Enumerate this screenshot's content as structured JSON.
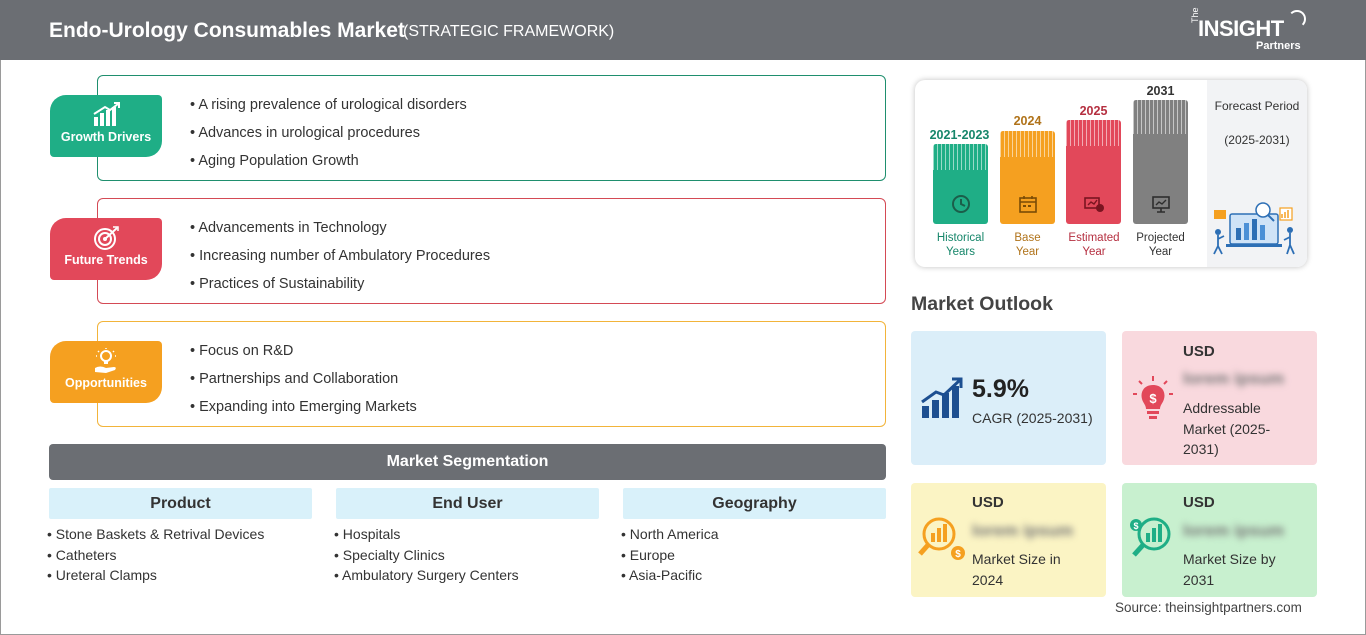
{
  "header": {
    "title": "Endo-Urology Consumables Market",
    "subtitle": "(STRATEGIC FRAMEWORK)",
    "logo": {
      "the": "The",
      "brand": "INSIGHT",
      "partners": "Partners"
    }
  },
  "framework": {
    "growth_drivers": {
      "label": "Growth Drivers",
      "color": "#1fae86",
      "items": [
        "A rising prevalence of urological disorders",
        "Advances in urological procedures",
        "Aging Population Growth"
      ]
    },
    "future_trends": {
      "label": "Future Trends",
      "color": "#e2485a",
      "items": [
        "Advancements in Technology",
        "Increasing number of Ambulatory Procedures",
        "Practices of Sustainability"
      ]
    },
    "opportunities": {
      "label": "Opportunities",
      "color": "#f5a020",
      "items": [
        "Focus on R&D",
        "Partnerships and Collaboration",
        "Expanding into Emerging Markets"
      ]
    }
  },
  "segmentation": {
    "title": "Market Segmentation",
    "columns": [
      {
        "heading": "Product",
        "items": [
          "Stone Baskets & Retrival Devices",
          "Catheters",
          "Ureteral Clamps"
        ]
      },
      {
        "heading": "End User",
        "items": [
          "Hospitals",
          "Specialty Clinics",
          "Ambulatory Surgery Centers"
        ]
      },
      {
        "heading": "Geography",
        "items": [
          "North America",
          "Europe",
          "Asia-Pacific"
        ]
      }
    ]
  },
  "timeline": {
    "columns": [
      {
        "year": "2021-2023",
        "label1": "Historical",
        "label2": "Years",
        "color": "#1fae86",
        "year_color": "#16866a",
        "icon": "history-icon"
      },
      {
        "year": "2024",
        "label1": "Base",
        "label2": "Year",
        "color": "#f5a020",
        "year_color": "#b0731a",
        "icon": "calendar-icon"
      },
      {
        "year": "2025",
        "label1": "Estimated",
        "label2": "Year",
        "color": "#e2485a",
        "year_color": "#b52f40",
        "icon": "estimate-icon"
      },
      {
        "year": "2031",
        "label1": "Projected",
        "label2": "Year",
        "color": "#808080",
        "year_color": "#333333",
        "icon": "projection-icon"
      }
    ],
    "forecast_title": "Forecast Period",
    "forecast_period": "(2025-2031)"
  },
  "outlook": {
    "title": "Market Outlook",
    "cagr": {
      "value": "5.9%",
      "label": "CAGR (2025-2031)",
      "bg": "#dbeef9"
    },
    "addressable": {
      "currency": "USD",
      "value": "lorem ipsum",
      "label": "Addressable Market (2025-2031)",
      "bg": "#f9d9de"
    },
    "size_2024": {
      "currency": "USD",
      "value": "lorem ipsum",
      "label": "Market Size in 2024",
      "bg": "#fbf4c4"
    },
    "size_2031": {
      "currency": "USD",
      "value": "lorem ipsum",
      "label": "Market Size by 2031",
      "bg": "#c8f0cf"
    }
  },
  "source": "Source: theinsightpartners.com"
}
